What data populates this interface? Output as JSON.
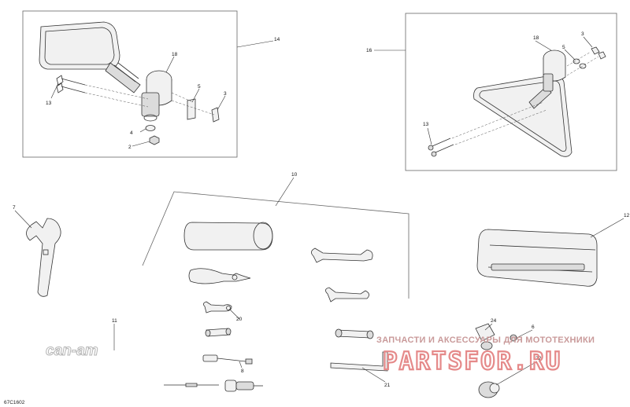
{
  "diagram": {
    "code": "67C1602",
    "brand_mark": "can-am",
    "watermark": {
      "top_line": "ЗАПЧАСТИ И АКСЕССУАРЫ ДЛЯ МОТОТЕХНИКИ",
      "domain": "PARTSFOR.RU"
    },
    "callouts": {
      "c2": "2",
      "c3a": "3",
      "c3b": "3",
      "c4": "4",
      "c5a": "5",
      "c5b": "5",
      "c6": "6",
      "c7": "7",
      "c8": "8",
      "c10": "10",
      "c11": "11",
      "c12": "12",
      "c13a": "13",
      "c13b": "13",
      "c14": "14",
      "c16": "16",
      "c18a": "18",
      "c18b": "18",
      "c20": "20",
      "c21": "21",
      "c22": "22",
      "c24": "24"
    }
  }
}
